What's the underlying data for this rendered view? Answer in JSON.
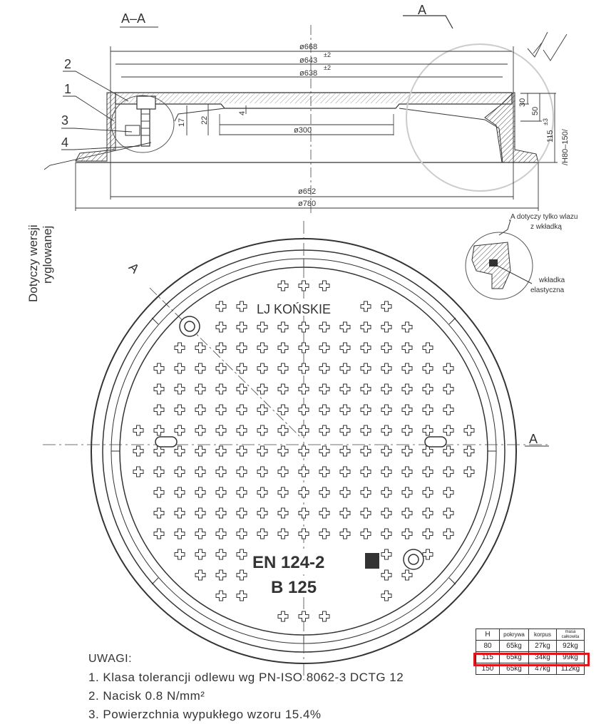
{
  "section": {
    "label": "A–A",
    "cut_letter": "A",
    "callouts": [
      "1",
      "2",
      "3",
      "4"
    ],
    "dims": {
      "d668": "ø668",
      "d643": "ø643",
      "d643_tol": "±2",
      "d638": "ø638",
      "d638_tol": "±2",
      "d300": "ø300",
      "d652": "ø652",
      "d780": "ø780",
      "v17": "17",
      "v22": "22",
      "v4": "4",
      "v30": "30",
      "v50": "50",
      "v115": "115",
      "v115_tol": "±3",
      "hrange": "/H80–150/"
    },
    "rotated_note_line1": "Dotyczy wersji",
    "rotated_note_line2": "ryglowanej"
  },
  "detail": {
    "title_line1": "A dotyczy tylko wlazu",
    "title_line2": "z wkładką",
    "insert_line1": "wkładka",
    "insert_line2": "elastyczna"
  },
  "plan": {
    "cut_left": "A",
    "cut_right": "A",
    "manufacturer": "LJ KOŃSKIE",
    "standard": "EN 124-2",
    "class": "B 125"
  },
  "weights_table": {
    "headers": [
      "H",
      "pokrywa",
      "korpus",
      "masa całkowita"
    ],
    "rows": [
      [
        "80",
        "65kg",
        "27kg",
        "92kg"
      ],
      [
        "115",
        "65kg",
        "34kg",
        "99kg"
      ],
      [
        "150",
        "65kg",
        "47kg",
        "112kg"
      ]
    ],
    "highlight_color": "#e0141b"
  },
  "notes": {
    "heading": "UWAGI:",
    "items": [
      "1. Klasa tolerancji odlewu wg PN-ISO 8062-3 DCTG 12",
      "2. Nacisk 0.8 N/mm²",
      "3. Powierzchnia wypukłego wzoru 15.4%"
    ]
  }
}
